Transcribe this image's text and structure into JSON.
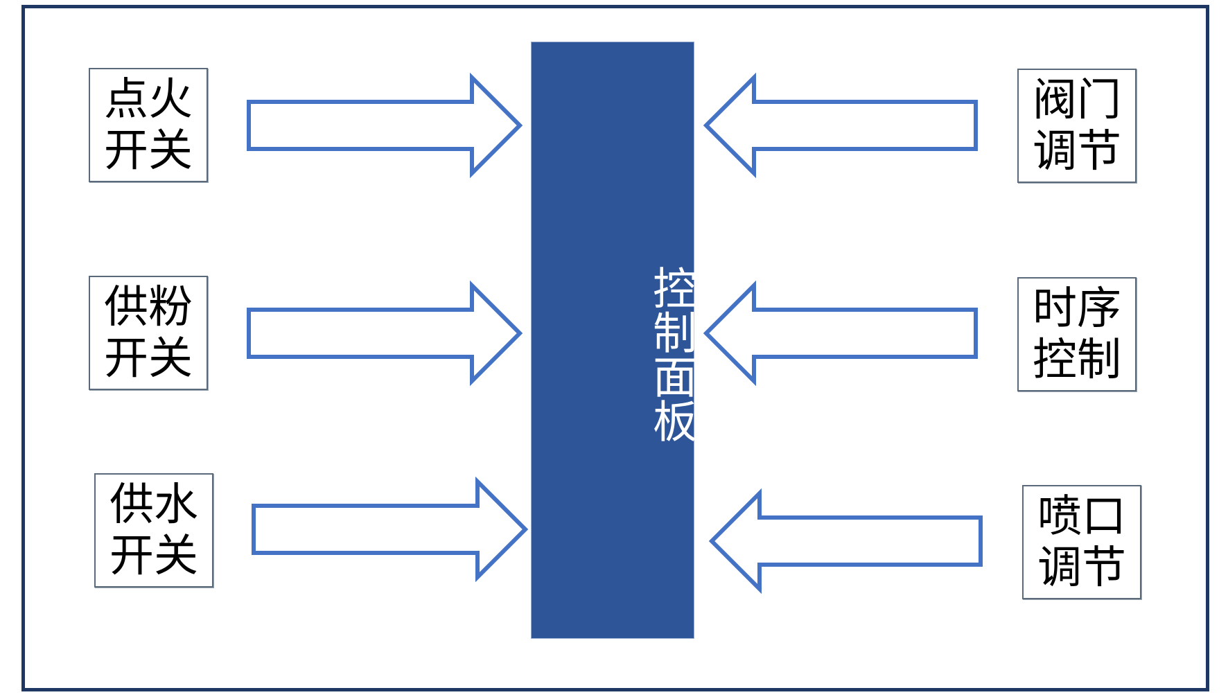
{
  "diagram": {
    "center": {
      "label": "控制面板"
    },
    "left_inputs": [
      {
        "line1": "点火",
        "line2": "开关"
      },
      {
        "line1": "供粉",
        "line2": "开关"
      },
      {
        "line1": "供水",
        "line2": "开关"
      }
    ],
    "right_inputs": [
      {
        "line1": "阀门",
        "line2": "调节"
      },
      {
        "line1": "时序",
        "line2": "控制"
      },
      {
        "line1": "喷口",
        "line2": "调节"
      }
    ],
    "colors": {
      "panel_fill": "#2e5597",
      "arrow_outline": "#4472c4",
      "frame_border": "#1f3763"
    }
  }
}
